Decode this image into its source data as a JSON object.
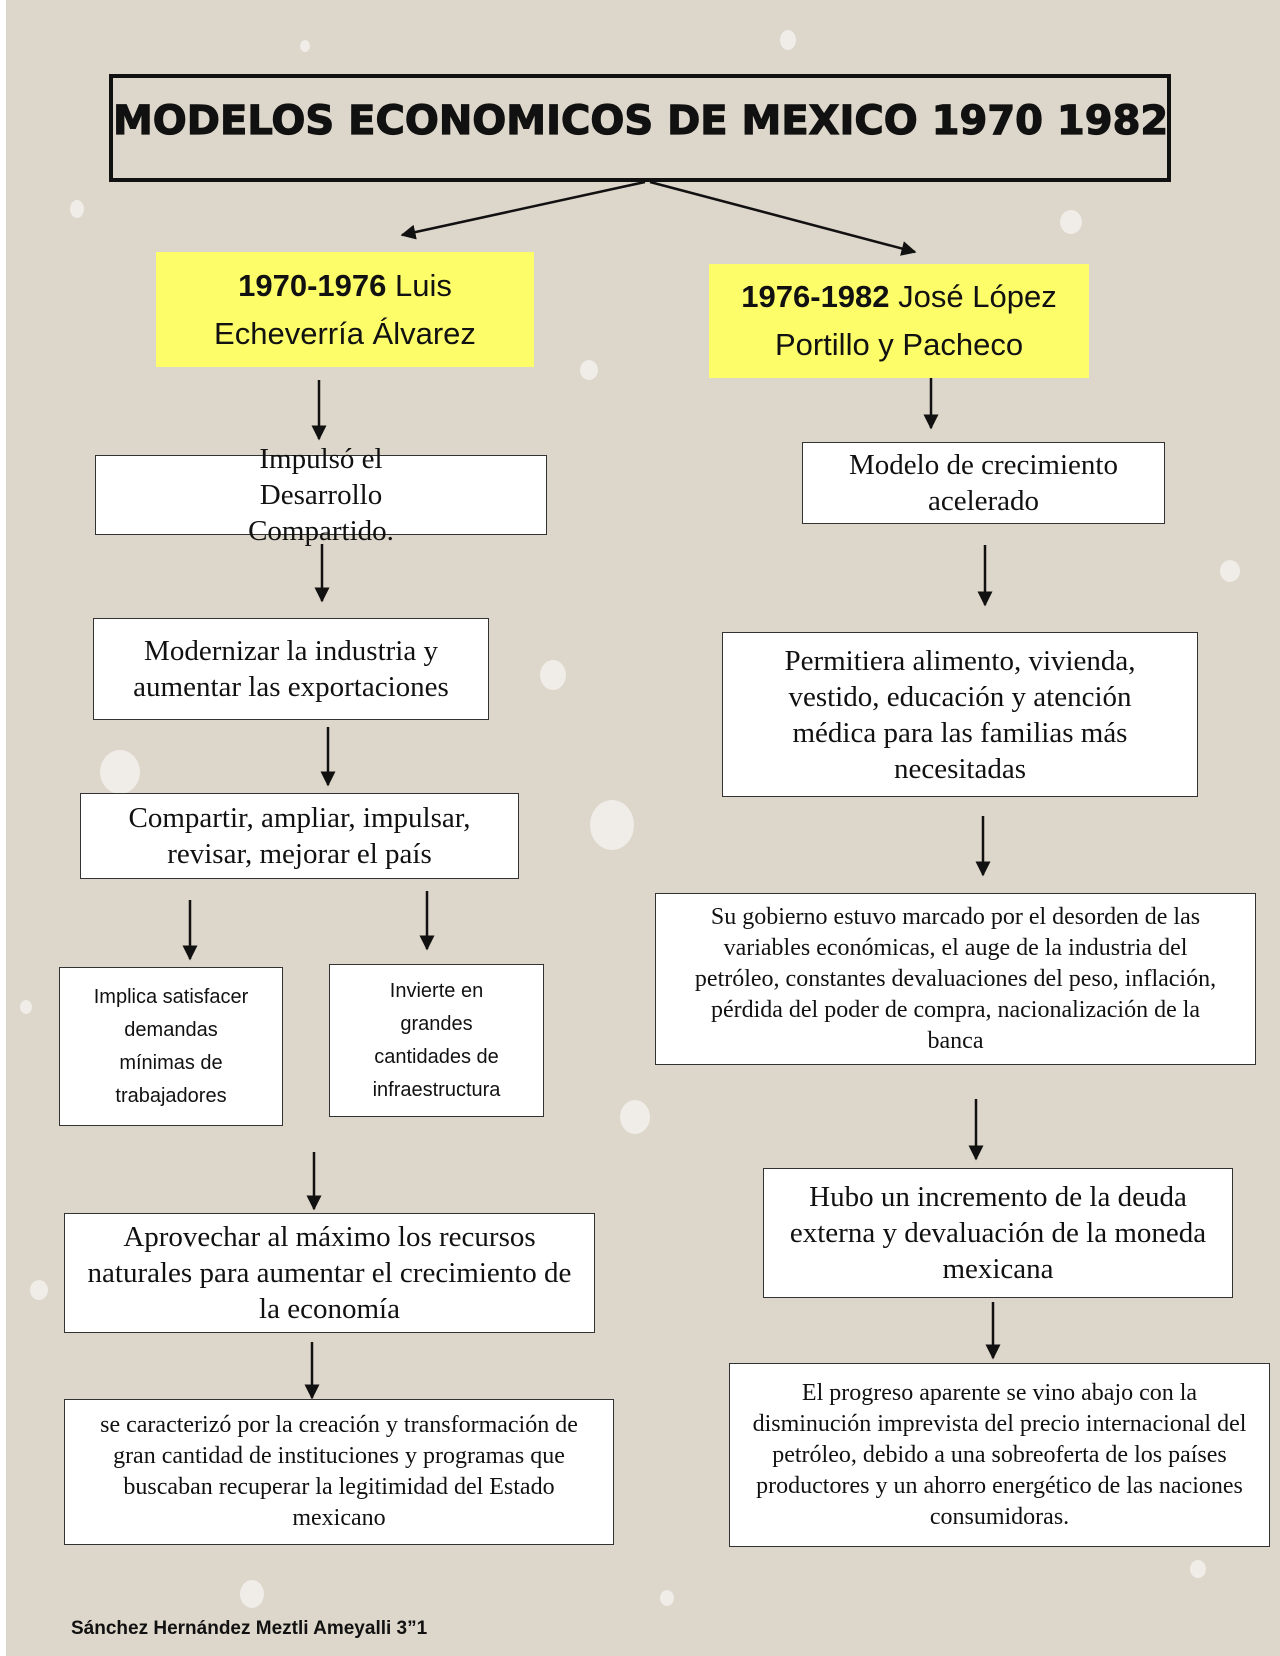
{
  "title": "MODELOS ECONOMICOS DE MEXICO 1970 1982",
  "left": {
    "header_years": "1970-1976",
    "header_name": " Luis Echeverría Álvarez",
    "boxes": [
      "Impulsó el Desarrollo Compartido.",
      "Modernizar la industria y aumentar las exportaciones",
      "Compartir, ampliar, impulsar, revisar, mejorar el país",
      "Implica satisfacer demandas mínimas de trabajadores",
      "Invierte en grandes cantidades de infraestructura",
      "Aprovechar al máximo los recursos naturales para aumentar el crecimiento de la economía",
      "se caracterizó por la creación y transformación de gran cantidad de instituciones y programas que buscaban recuperar la legitimidad del Estado mexicano"
    ]
  },
  "right": {
    "header_years": "1976-1982",
    "header_name": " José López Portillo y Pacheco",
    "boxes": [
      "Modelo de crecimiento acelerado",
      "Permitiera alimento, vivienda, vestido, educación y atención médica para las familias más necesitadas",
      "Su gobierno estuvo marcado por el desorden de las variables económicas, el auge de la industria del petróleo, constantes devaluaciones del peso, inflación, pérdida del poder de compra, nacionalización de la banca",
      "Hubo un incremento de la deuda externa y devaluación de la moneda mexicana",
      "El progreso aparente se vino abajo con la disminución imprevista del precio internacional del petróleo, debido a una sobreoferta de los países productores y un ahorro energético de las naciones consumidoras."
    ]
  },
  "footer": "Sánchez Hernández Meztli Ameyalli 3”1"
}
